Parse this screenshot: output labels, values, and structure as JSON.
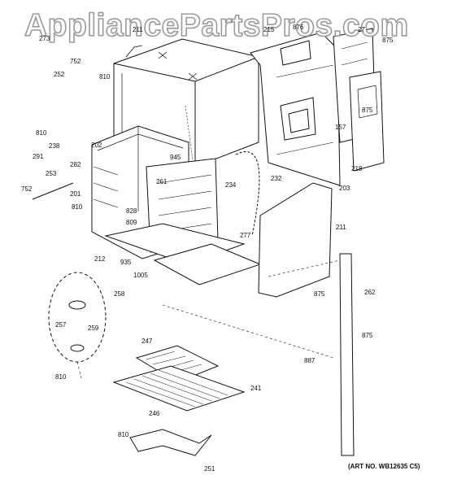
{
  "watermark": "AppliancePartsPros.com",
  "art_number": "(ART NO. WB12635 C5)",
  "part_numbers": {
    "p273": "273",
    "p752a": "752",
    "p211a": "211",
    "p252": "252",
    "p810a": "810",
    "p810b": "810",
    "p238": "238",
    "p291": "291",
    "p202": "202",
    "p282": "282",
    "p253": "253",
    "p752b": "752",
    "p201": "201",
    "p810c": "810",
    "p945": "945",
    "p261": "261",
    "p234": "234",
    "p232": "232",
    "p828": "828",
    "p809": "809",
    "p277": "277",
    "p212": "212",
    "p935": "935",
    "p1005": "1005",
    "p211b": "211",
    "p875a": "875",
    "p262": "262",
    "p875b": "875",
    "p887": "887",
    "p258": "258",
    "p257": "257",
    "p259": "259",
    "p810d": "810",
    "p247": "247",
    "p241": "241",
    "p246": "246",
    "p810e": "810",
    "p251": "251",
    "p215": "215",
    "p876": "876",
    "p875c": "875",
    "p875d": "875",
    "p157": "157",
    "p218": "218",
    "p203": "203",
    "p27x": "27"
  }
}
